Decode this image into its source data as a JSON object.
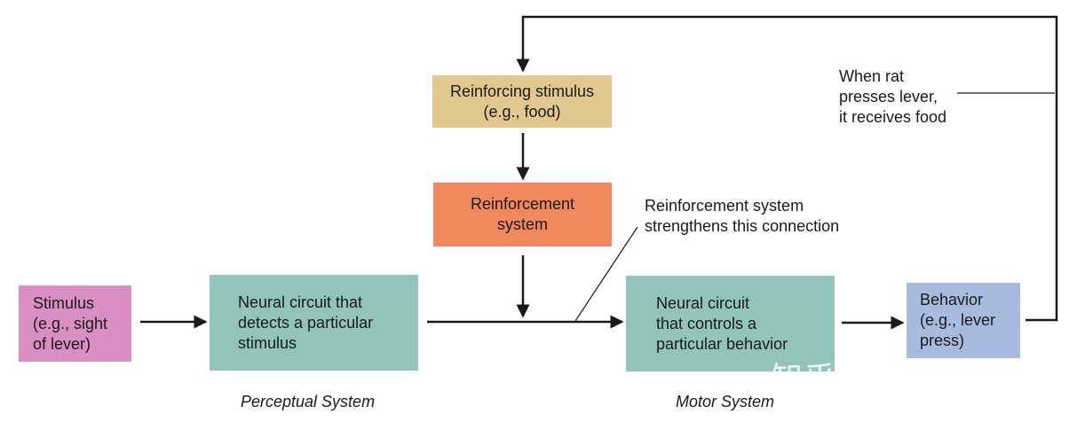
{
  "boxes": {
    "stimulus": [
      "Stimulus",
      "(e.g., sight",
      "of lever)"
    ],
    "perceptual": [
      "Neural circuit that",
      "detects a particular",
      "stimulus"
    ],
    "reinforcing": [
      "Reinforcing stimulus",
      "(e.g., food)"
    ],
    "reinforcement": [
      "Reinforcement",
      "system"
    ],
    "motor": [
      "Neural circuit",
      "that controls a",
      "particular behavior"
    ],
    "behavior": [
      "Behavior",
      "(e.g., lever",
      "press)"
    ]
  },
  "notes": {
    "reinforcement_connection": [
      "Reinforcement system",
      "strengthens this connection"
    ],
    "rat": [
      "When rat",
      "presses lever,",
      "it receives food"
    ]
  },
  "captions": {
    "perceptual": "Perceptual System",
    "motor": "Motor System"
  },
  "watermark": "知乎 @psycho-cnq",
  "colors": {
    "stimulus": "#d98fc2",
    "neural_circuit": "#92c4bc",
    "reinforcing_stimulus": "#e2c88f",
    "reinforcement_system": "#f1885e",
    "behavior": "#a9badf"
  }
}
